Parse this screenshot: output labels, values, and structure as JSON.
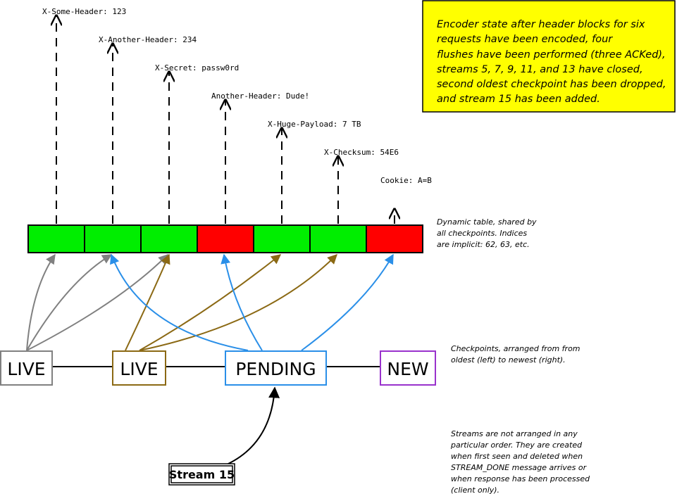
{
  "headers": [
    {
      "text": "X-Some-Header: 123"
    },
    {
      "text": "X-Another-Header: 234"
    },
    {
      "text": "X-Secret: passw0rd"
    },
    {
      "text": "Another-Header: Dude!"
    },
    {
      "text": "X-Huge-Payload: 7 TB"
    },
    {
      "text": "X-Checksum: 54E6"
    },
    {
      "text": "Cookie: A=B"
    }
  ],
  "table": {
    "cells": [
      {
        "state": "green",
        "color": "#00ee00"
      },
      {
        "state": "green",
        "color": "#00ee00"
      },
      {
        "state": "green",
        "color": "#00ee00"
      },
      {
        "state": "red",
        "color": "#ff0000"
      },
      {
        "state": "green",
        "color": "#00ee00"
      },
      {
        "state": "green",
        "color": "#00ee00"
      },
      {
        "state": "red",
        "color": "#ff0000"
      }
    ],
    "note": [
      "Dynamic table, shared by",
      "all checkpoints.  Indices",
      "are implicit: 62, 63, etc."
    ]
  },
  "checkpoints": [
    {
      "label": "LIVE",
      "color": "#808080"
    },
    {
      "label": "LIVE",
      "color": "#8b6914"
    },
    {
      "label": "PENDING",
      "color": "#2a8fe8"
    },
    {
      "label": "NEW",
      "color": "#9932cc"
    }
  ],
  "checkpoints_note": [
    "Checkpoints, arranged from from",
    "oldest (left) to newest (right)."
  ],
  "stream": {
    "label": "Stream 15"
  },
  "streams_note": [
    "Streams are not arranged in any",
    "particular order. They are created",
    "when first seen and deleted when",
    "STREAM_DONE message arrives or",
    "when response has been processed",
    "(client only)."
  ],
  "callout": {
    "lines": [
      "Encoder state after header blocks for six",
      "requests have been encoded, four",
      "flushes have been performed (three ACKed),",
      "streams 5, 7, 9, 11, and 13 have closed,",
      "second oldest checkpoint has been dropped,",
      "and stream 15 has been added."
    ],
    "background": "#ffff00"
  }
}
